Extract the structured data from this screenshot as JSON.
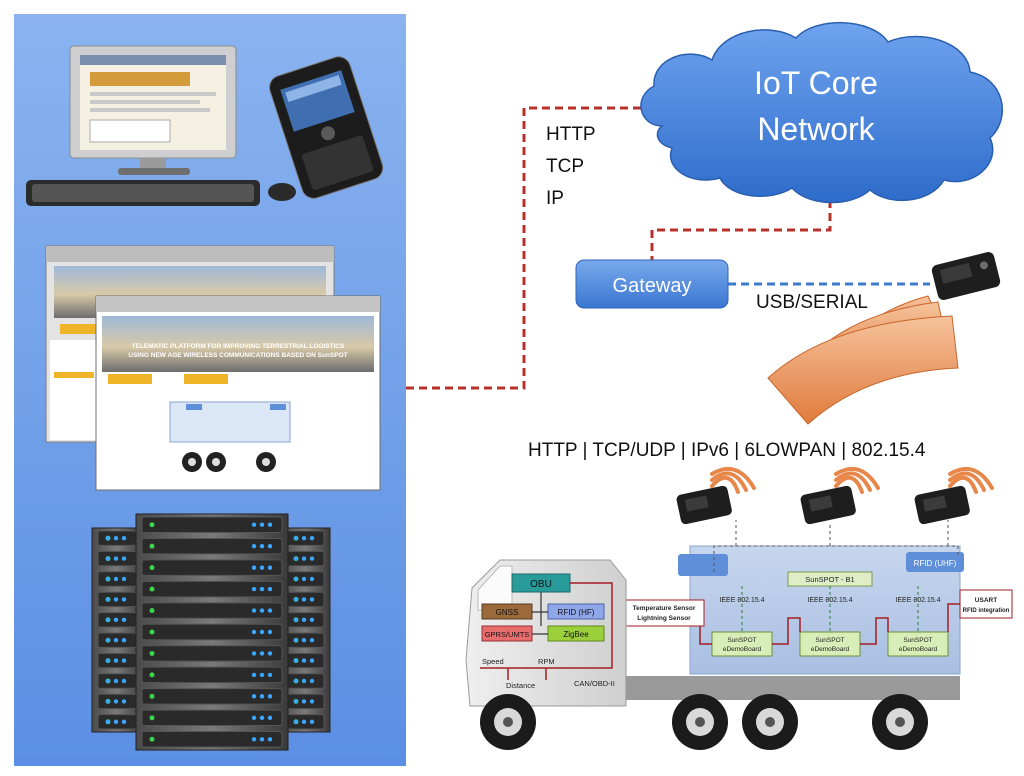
{
  "cloud": {
    "line1": "IoT Core",
    "line2": "Network"
  },
  "protocols_top": [
    "HTTP",
    "TCP",
    "IP"
  ],
  "gateway": {
    "label": "Gateway"
  },
  "usb_label": "USB/SERIAL",
  "protocol_stack": "HTTP | TCP/UDP | IPv6 | 6LOWPAN | 802.15.4",
  "screens": {
    "banner_line1": "TELEMATIC PLATFORM FOR IMPROVING TERRESTRIAL LOGISTICS",
    "banner_line2": "USING NEW AGE WIRELESS COMMUNICATIONS BASED ON SunSPOT"
  },
  "truck": {
    "obu": "OBU",
    "gnss": "GNSS",
    "rfid_hf": "RFID (HF)",
    "gprs": "GPRS/UMTS",
    "zigbee": "ZigBee",
    "speed": "Speed",
    "rpm": "RPM",
    "distance": "Distance",
    "can": "CAN/OBD-II",
    "sunspot_b1": "SunSPOT - B1",
    "rfid_uhf": "RFID (UHF)",
    "ieee1": "IEEE 802.15.4",
    "ieee2": "IEEE 802.15.4",
    "ieee3": "IEEE 802.15.4",
    "usart_line1": "USART",
    "usart_line2": "RFID integration",
    "temp_line1": "Temperature Sensor",
    "temp_line2": "Lightning Sensor",
    "board1_line1": "SunSPOT",
    "board1_line2": "eDemoBoard",
    "board2_line1": "SunSPOT",
    "board2_line2": "eDemoBoard",
    "board3_line1": "SunSPOT",
    "board3_line2": "eDemoBoard"
  },
  "colors": {
    "panel": "#6E9EEA",
    "gateway": "#4C87DB",
    "cloud": "#3B7BD6",
    "dash_red": "#B8302A",
    "dash_blue": "#3C7BC9",
    "wave": "#E8874A"
  }
}
